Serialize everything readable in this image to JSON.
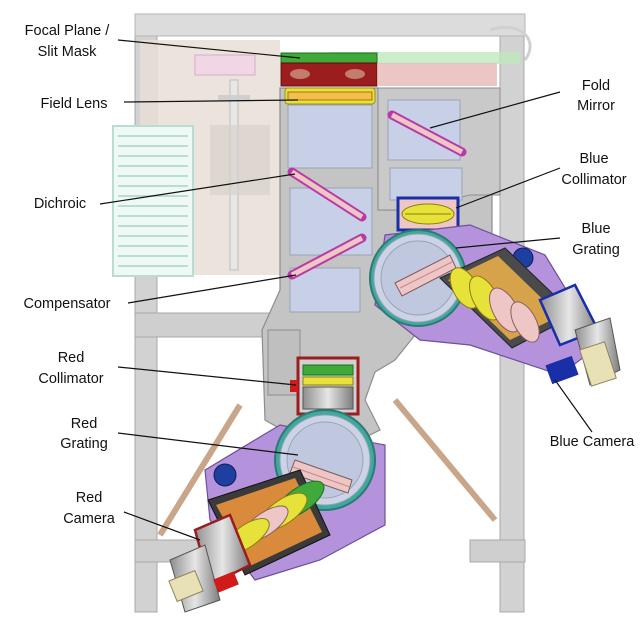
{
  "labels": {
    "focal_plane_1": "Focal Plane /",
    "focal_plane_2": "Slit Mask",
    "field_lens": "Field Lens",
    "dichroic": "Dichroic",
    "compensator": "Compensator",
    "red_collimator_1": "Red",
    "red_collimator_2": "Collimator",
    "red_grating_1": "Red",
    "red_grating_2": "Grating",
    "red_camera_1": "Red",
    "red_camera_2": "Camera",
    "fold_mirror_1": "Fold",
    "fold_mirror_2": "Mirror",
    "blue_collimator_1": "Blue",
    "blue_collimator_2": "Collimator",
    "blue_grating_1": "Blue",
    "blue_grating_2": "Grating",
    "blue_camera": "Blue Camera"
  },
  "colors": {
    "frame": "#cfcfcf",
    "bench": "#bdbdbd",
    "cutout": "#c9d3ea",
    "mount_purple": "#b592dc",
    "lens_yellow": "#e7e23a",
    "optic_pink": "#efc6c6",
    "optic_magenta": "#b93aa6",
    "slit_green": "#3fa93a",
    "slit_red": "#9b1d1d",
    "blue_outline": "#1a2ea8"
  }
}
